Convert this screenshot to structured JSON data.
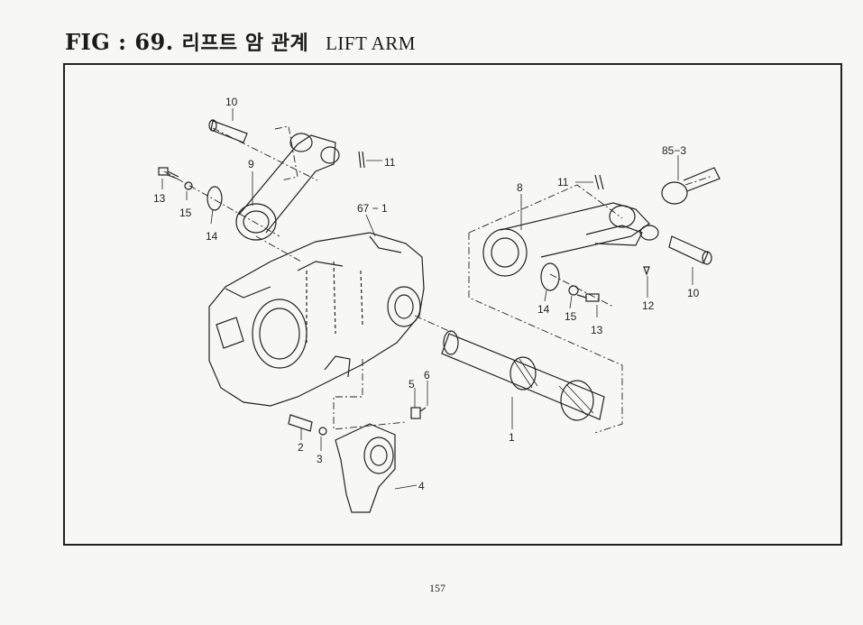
{
  "title": {
    "fig": "FIG : 69.",
    "korean": "리프트 암 관계",
    "english": "LIFT ARM"
  },
  "callouts": {
    "p10a": "10",
    "p11a": "11",
    "p9": "9",
    "p13a": "13",
    "p15a": "15",
    "p14a": "14",
    "p67": "67 − 1",
    "p85": "85−3",
    "p11b": "11",
    "p8": "8",
    "p14b": "14",
    "p15b": "15",
    "p13b": "13",
    "p12": "12",
    "p10b": "10",
    "p5": "5",
    "p6": "6",
    "p1": "1",
    "p2": "2",
    "p3": "3",
    "p4": "4"
  },
  "page_number": "157"
}
